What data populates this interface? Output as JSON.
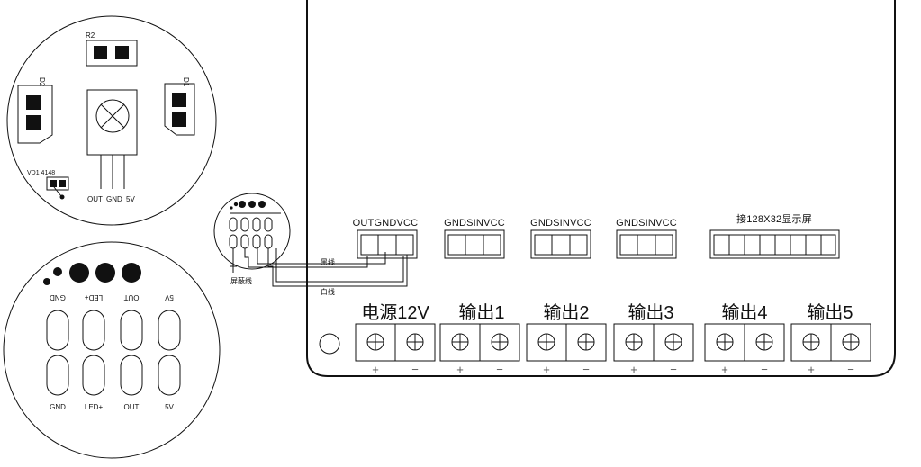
{
  "sensor": {
    "r2_label": "R2",
    "d1_label": "D1",
    "d2_label": "D2",
    "vd1_label": "VD1 4148",
    "pin_labels": [
      "OUT",
      "GND",
      "5V"
    ]
  },
  "pad_board": {
    "top_labels": [
      "GND",
      "LED+",
      "OUT",
      "5V"
    ],
    "bottom_labels": [
      "GND",
      "LED+",
      "OUT",
      "5V"
    ]
  },
  "cable": {
    "black_wire": "黑线",
    "white_wire": "白线",
    "shield_wire": "屏蔽线"
  },
  "controller": {
    "connectors": [
      {
        "label": "OUTGNDVCC"
      },
      {
        "label": "GNDSINVCC"
      },
      {
        "label": "GNDSINVCC"
      },
      {
        "label": "GNDSINVCC"
      },
      {
        "label": "接128X32显示屏"
      }
    ],
    "terminals": [
      {
        "label": "电源12V"
      },
      {
        "label": "输出1"
      },
      {
        "label": "输出2"
      },
      {
        "label": "输出3"
      },
      {
        "label": "输出4"
      },
      {
        "label": "输出5"
      }
    ],
    "plus_symbol": "+",
    "minus_symbol": "−"
  },
  "colors": {
    "ink": "#111111",
    "background": "#ffffff"
  }
}
